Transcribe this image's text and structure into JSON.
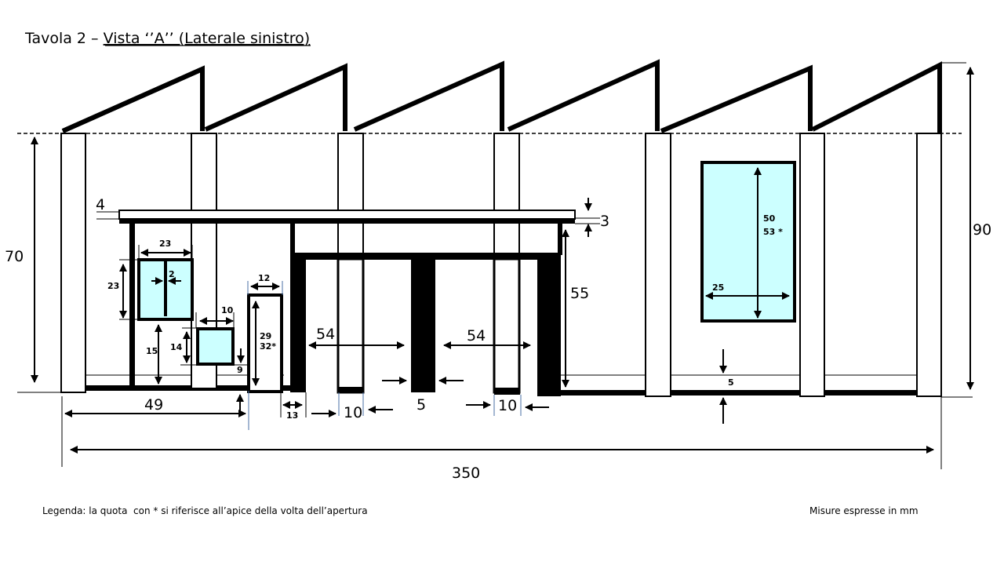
{
  "title": {
    "prefix": "Tavola 2 – ",
    "underlined": "Vista ‘’A’’ (Laterale sinistro)"
  },
  "dimensions": {
    "shelf_left": "4",
    "shelf_right": "3",
    "height_left": "70",
    "height_right": "90",
    "inner_height": "55",
    "span_left": "54",
    "span_right": "54",
    "center_pier": "5",
    "pier_left": "10",
    "pier_right": "10",
    "gap": "13",
    "left_width": "49",
    "total_width": "350",
    "window_width": "23",
    "window_height": "23",
    "mullion": "2",
    "small_window_width": "10",
    "small_window_height": "14",
    "window_sill": "15",
    "small_window_sill": "9",
    "door_width": "12",
    "door_height": "29",
    "door_height_apex": "32*",
    "big_window_height": "50",
    "big_window_height_apex": "53 *",
    "big_window_width": "25",
    "floor_thickness": "5"
  },
  "legend": "Legenda: la quota  con * si riferisce all’apice della volta dell’apertura",
  "units_note": "Misure espresse in mm",
  "colors": {
    "glass": "#ccffff",
    "line": "#000000"
  }
}
